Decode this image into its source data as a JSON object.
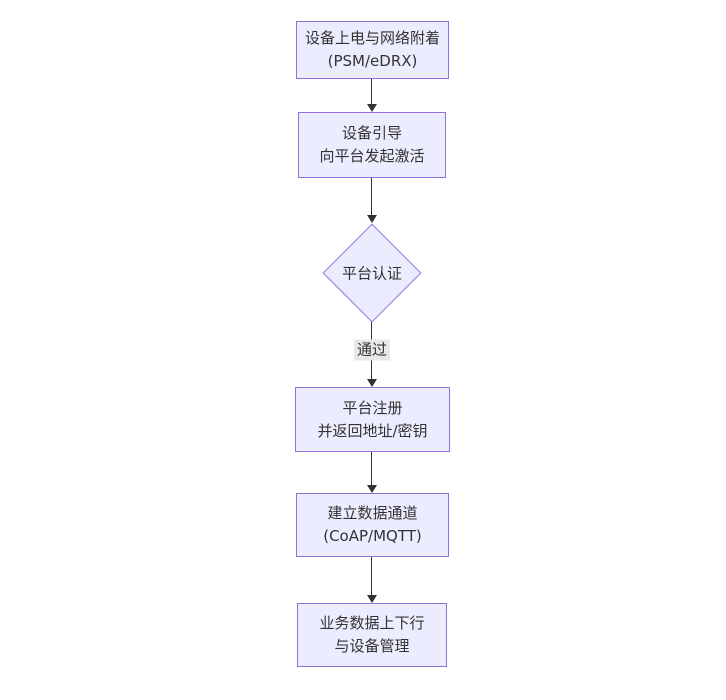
{
  "diagram": {
    "type": "flowchart",
    "direction": "top-down",
    "colors": {
      "background": "#ffffff",
      "node_fill": "#ECECFF",
      "node_border": "#9370DB",
      "edge": "#333333",
      "text": "#333333",
      "edge_label_bg": "#e8e8e8"
    },
    "nodes": [
      {
        "id": "power-attach",
        "shape": "rect",
        "lines": [
          "设备上电与网络附着",
          "(PSM/eDRX)"
        ]
      },
      {
        "id": "bootstrap",
        "shape": "rect",
        "lines": [
          "设备引导",
          "向平台发起激活"
        ]
      },
      {
        "id": "platform-auth",
        "shape": "diamond",
        "lines": [
          "平台认证"
        ]
      },
      {
        "id": "register",
        "shape": "rect",
        "lines": [
          "平台注册",
          "并返回地址/密钥"
        ]
      },
      {
        "id": "data-channel",
        "shape": "rect",
        "lines": [
          "建立数据通道",
          "(CoAP/MQTT)"
        ]
      },
      {
        "id": "business",
        "shape": "rect",
        "lines": [
          "业务数据上下行",
          "与设备管理"
        ]
      }
    ],
    "edges": [
      {
        "from": "power-attach",
        "to": "bootstrap",
        "label": ""
      },
      {
        "from": "bootstrap",
        "to": "platform-auth",
        "label": ""
      },
      {
        "from": "platform-auth",
        "to": "register",
        "label": "通过"
      },
      {
        "from": "register",
        "to": "data-channel",
        "label": ""
      },
      {
        "from": "data-channel",
        "to": "business",
        "label": ""
      }
    ]
  }
}
